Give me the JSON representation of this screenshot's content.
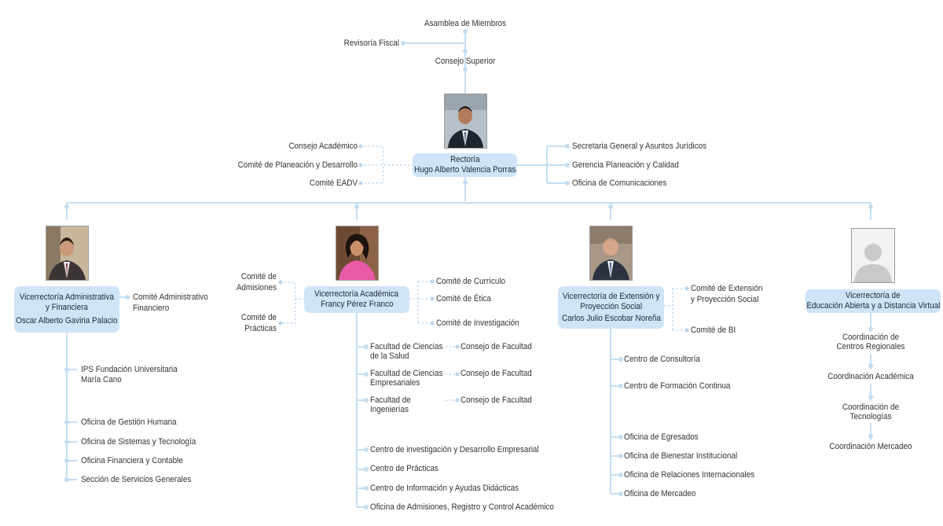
{
  "top": {
    "assembly": "Asamblea de Miembros",
    "fiscal": "Revisoría Fiscal",
    "superior": "Consejo Superior"
  },
  "rector": {
    "title": "Rectoría",
    "name": "Hugo Alberto Valencia Porras",
    "left": [
      "Consejo Académico",
      "Comité de Planeación y Desarrollo",
      "Comité EADV"
    ],
    "right": [
      "Secretaria General y Asuntos Jurídicos",
      "Gerencia Planeación y Calidad",
      "Oficina de Comunicaciones"
    ]
  },
  "admin": {
    "title1": "Vicerrectoría Administrativa",
    "title2": "y Financiera",
    "name": "Oscar Alberto Gaviria Palacio",
    "committee1": "Comité Administrativo",
    "committee2": "Financiero",
    "ips1": "IPS Fundación Universitaria",
    "ips2": "María Cano",
    "offices": [
      "Oficina de Gestión Humana",
      "Oficina de Sistemas y Tecnología",
      "Oficina Financiera y Contable",
      "Sección de Servicios Generales"
    ]
  },
  "academic": {
    "title": "Vicerrectoría Académica",
    "name": "Francy Pérez Franco",
    "left1a": "Comité de",
    "left1b": "Admisiones",
    "left2a": "Comité de",
    "left2b": "Prácticas",
    "right": [
      "Comité de Currículo",
      "Comité de  Ética",
      "Comité de Investigación"
    ],
    "fac1a": "Facultad de Ciencias",
    "fac1b": "de la Salud",
    "fac2a": "Facultad de Ciencias",
    "fac2b": "Empresariales",
    "fac3a": "Facultad de",
    "fac3b": "Ingenierías",
    "council": "Consejo de Facultad",
    "centers": [
      "Centro de investigación y   Desarrollo Empresarial",
      "Centro de Prácticas",
      "Centro de Información y Ayudas Didácticas",
      "Oficina de Admisiones, Registro y Control Académico"
    ]
  },
  "extension": {
    "title1": "Vicerrectoría de Extensión y",
    "title2": "Proyección Social",
    "name": "Carlos Julio Escobar Noreña",
    "comm1a": "Comité de  Extensión",
    "comm1b": "y Proyección Social",
    "comm2": "Comité de BI",
    "centers": [
      "Centro de Consultoría",
      "Centro de Formación Continua"
    ],
    "offices": [
      "Oficina de Egresados",
      "Oficina de Bienestar Institucional",
      "Oficina de Relaciones Internacionales",
      "Oficina de Mercadeo"
    ]
  },
  "virtual": {
    "title1": "Vicerrectoría de",
    "title2": "Educación Abierta y a Distancia Virtual",
    "coord1a": "Coordinación de",
    "coord1b": "Centros Regionales",
    "coord2": "Coordinación Académica",
    "coord3a": "Coordinación de",
    "coord3b": "Tecnologías",
    "coord4": "Coordinación Mercadeo"
  },
  "colors": {
    "line": "#c5def2",
    "box": "#cfe4f7",
    "node": "#c5def2"
  }
}
